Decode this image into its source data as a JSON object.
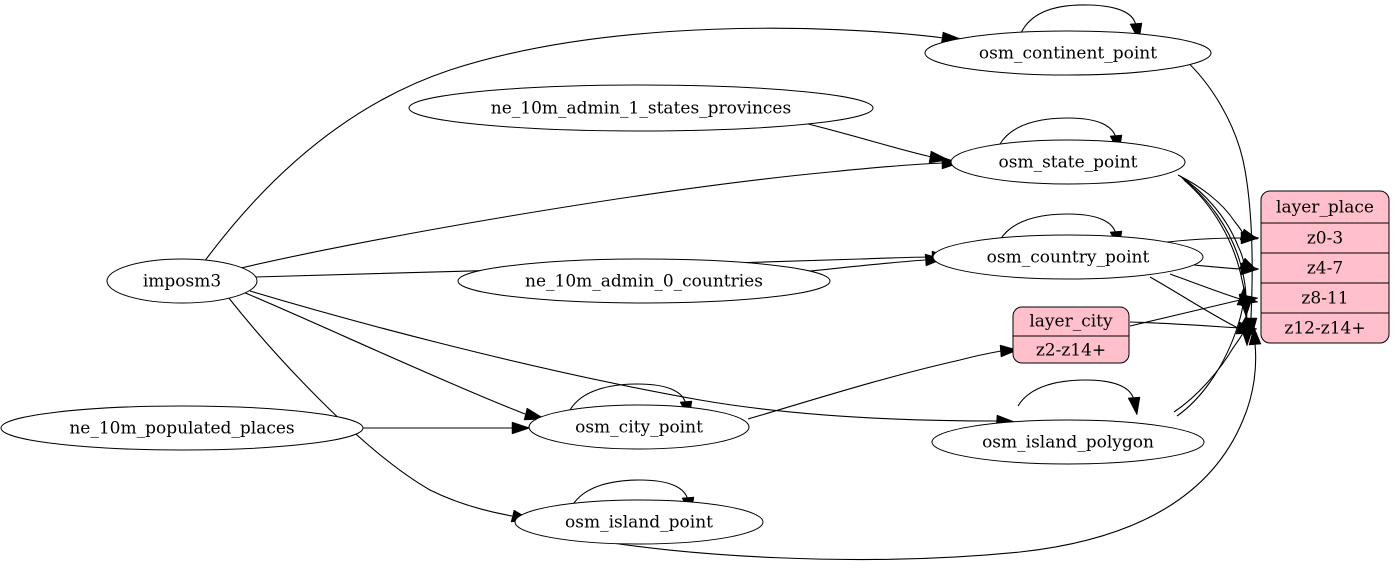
{
  "diagram": {
    "type": "directed-graph",
    "background_color": "#ffffff",
    "node_fill_color": "#ffffff",
    "record_fill_color": "#ffc0cb",
    "stroke_color": "#000000",
    "sources": [
      {
        "id": "imposm3",
        "label": "imposm3"
      },
      {
        "id": "ne_10m_admin_1_states_provinces",
        "label": "ne_10m_admin_1_states_provinces"
      },
      {
        "id": "ne_10m_admin_0_countries",
        "label": "ne_10m_admin_0_countries"
      },
      {
        "id": "ne_10m_populated_places",
        "label": "ne_10m_populated_places"
      }
    ],
    "tables": [
      {
        "id": "osm_continent_point",
        "label": "osm_continent_point"
      },
      {
        "id": "osm_state_point",
        "label": "osm_state_point"
      },
      {
        "id": "osm_country_point",
        "label": "osm_country_point"
      },
      {
        "id": "osm_city_point",
        "label": "osm_city_point"
      },
      {
        "id": "osm_island_polygon",
        "label": "osm_island_polygon"
      },
      {
        "id": "osm_island_point",
        "label": "osm_island_point"
      }
    ],
    "layers": [
      {
        "id": "layer_place",
        "title": "layer_place",
        "rows": [
          "z0-3",
          "z4-7",
          "z8-11",
          "z12-z14+"
        ]
      },
      {
        "id": "layer_city",
        "title": "layer_city",
        "rows": [
          "z2-z14+"
        ]
      }
    ],
    "edges": [
      {
        "from": "imposm3",
        "to": "osm_continent_point"
      },
      {
        "from": "imposm3",
        "to": "osm_state_point"
      },
      {
        "from": "imposm3",
        "to": "osm_country_point"
      },
      {
        "from": "imposm3",
        "to": "osm_city_point"
      },
      {
        "from": "imposm3",
        "to": "osm_island_polygon"
      },
      {
        "from": "imposm3",
        "to": "osm_island_point"
      },
      {
        "from": "ne_10m_admin_1_states_provinces",
        "to": "osm_state_point"
      },
      {
        "from": "ne_10m_admin_0_countries",
        "to": "osm_country_point"
      },
      {
        "from": "ne_10m_populated_places",
        "to": "osm_city_point"
      },
      {
        "from": "osm_continent_point",
        "to": "osm_continent_point"
      },
      {
        "from": "osm_state_point",
        "to": "osm_state_point"
      },
      {
        "from": "osm_country_point",
        "to": "osm_country_point"
      },
      {
        "from": "osm_city_point",
        "to": "osm_city_point"
      },
      {
        "from": "osm_island_polygon",
        "to": "osm_island_polygon"
      },
      {
        "from": "osm_island_point",
        "to": "osm_island_point"
      },
      {
        "from": "osm_continent_point",
        "to": "layer_place.z12-z14+"
      },
      {
        "from": "osm_state_point",
        "to": "layer_place.z0-3"
      },
      {
        "from": "osm_state_point",
        "to": "layer_place.z4-7"
      },
      {
        "from": "osm_state_point",
        "to": "layer_place.z8-11"
      },
      {
        "from": "osm_state_point",
        "to": "layer_place.z12-z14+"
      },
      {
        "from": "osm_country_point",
        "to": "layer_place.z0-3"
      },
      {
        "from": "osm_country_point",
        "to": "layer_place.z4-7"
      },
      {
        "from": "osm_country_point",
        "to": "layer_place.z8-11"
      },
      {
        "from": "osm_country_point",
        "to": "layer_place.z12-z14+"
      },
      {
        "from": "osm_city_point",
        "to": "layer_city.z2-z14+"
      },
      {
        "from": "layer_city",
        "to": "layer_place.z8-11"
      },
      {
        "from": "layer_city",
        "to": "layer_place.z12-z14+"
      },
      {
        "from": "osm_island_polygon",
        "to": "layer_place.z8-11"
      },
      {
        "from": "osm_island_polygon",
        "to": "layer_place.z12-z14+"
      },
      {
        "from": "osm_island_point",
        "to": "layer_place.z12-z14+"
      }
    ]
  }
}
